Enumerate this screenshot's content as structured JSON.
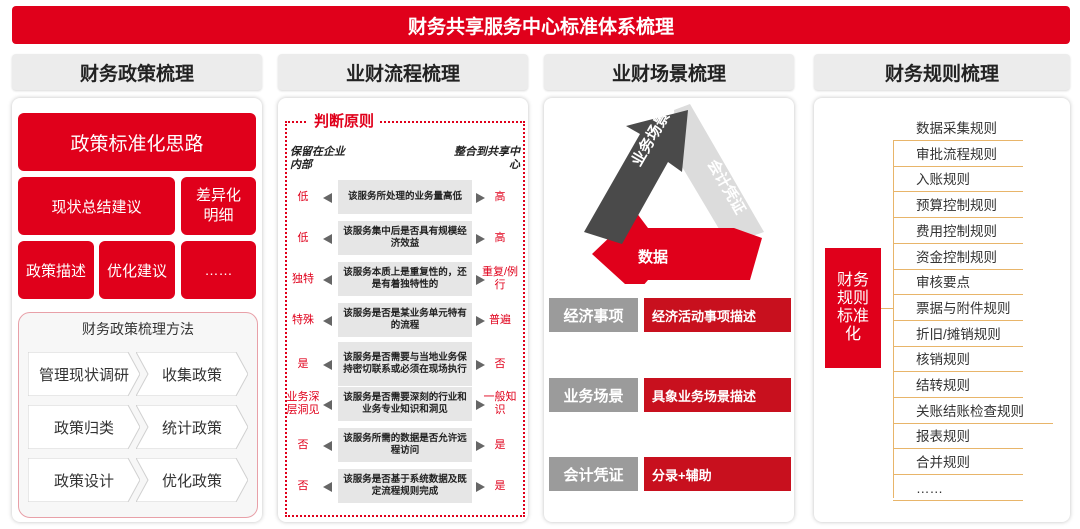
{
  "banner": "财务共享服务中心标准体系梳理",
  "columns": [
    "财务政策梳理",
    "业财流程梳理",
    "业财场景梳理",
    "财务规则梳理"
  ],
  "policy": {
    "main": "政策标准化思路",
    "summary": "现状总结建议",
    "diff": "差异化明细",
    "describe": "政策描述",
    "optimize": "优化建议",
    "more": "……",
    "method_title": "财务政策梳理方法",
    "methods": [
      "管理现状调研",
      "收集政策",
      "政策归类",
      "统计政策",
      "政策设计",
      "优化政策"
    ]
  },
  "process": {
    "title": "判断原则",
    "left_head": "保留在企业内部",
    "right_head": "整合到共享中心",
    "rows": [
      {
        "left": "低",
        "text": "该服务所处理的业务量高低",
        "right": "高"
      },
      {
        "left": "低",
        "text": "该服务集中后是否具有规模经济效益",
        "right": "高"
      },
      {
        "left": "独特",
        "text": "该服务本质上是重复性的，还是有着独特性的",
        "right": "重复/例行"
      },
      {
        "left": "特殊",
        "text": "该服务是否是某业务单元特有的流程",
        "right": "普遍"
      },
      {
        "left": "是",
        "text": "该服务是否需要与当地业务保持密切联系或必须在现场执行",
        "right": "否"
      },
      {
        "left": "业务深层洞见",
        "text": "该服务是否需要深刻的行业和业务专业知识和洞见",
        "right": "一般知识"
      },
      {
        "left": "否",
        "text": "该服务所需的数据是否允许远程访问",
        "right": "是"
      },
      {
        "left": "否",
        "text": "该服务是否基于系统数据及既定流程规则完成",
        "right": "是"
      }
    ]
  },
  "scene": {
    "cycle": [
      "业务场景",
      "会计凭证",
      "数据"
    ],
    "rows": [
      {
        "label": "经济事项",
        "desc": "经济活动事项描述"
      },
      {
        "label": "业务场景",
        "desc": "具象业务场景描述"
      },
      {
        "label": "会计凭证",
        "desc": "分录+辅助"
      }
    ],
    "colors": {
      "dark": "#4a4a4a",
      "light": "#dcdcdc",
      "red": "#e0001b",
      "gray": "#9b9b9b"
    }
  },
  "rules": {
    "center": "财务规则标准化",
    "items": [
      "数据采集规则",
      "审批流程规则",
      "入账规则",
      "预算控制规则",
      "费用控制规则",
      "资金控制规则",
      "审核要点",
      "票据与附件规则",
      "折旧/摊销规则",
      "核销规则",
      "结转规则",
      "关账结账检查规则",
      "报表规则",
      "合并规则",
      "……"
    ]
  },
  "accent": "#e0001b"
}
